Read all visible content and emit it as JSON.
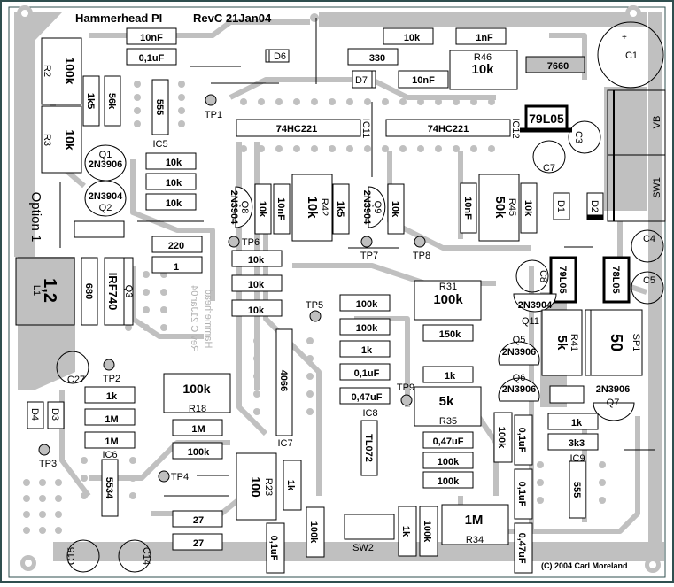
{
  "board": {
    "title": "Hammerhead PI",
    "revision": "RevC 21Jan04",
    "copyright": "(C) 2004 Carl Moreland",
    "option_label": "Option 1",
    "mirrored_text_line1": "Hammerhead",
    "mirrored_text_line2": "Rev C 21Jan04",
    "colors": {
      "copper": "#c0c0c0",
      "silkscreen": "#000000",
      "background": "#ffffff",
      "frame": "#2f4f4f"
    }
  },
  "parts": {
    "c_10nF_top": "10nF",
    "c_01uF_top": "0,1uF",
    "d6": "D6",
    "r_10k_top": "10k",
    "c_1nF_top": "1nF",
    "r_330": "330",
    "r46_ref": "R46",
    "r46_val": "10k",
    "ic_7660": "7660",
    "d7": "D7",
    "c_10nF_mid": "10nF",
    "c1": "C1",
    "r2_ref": "R2",
    "r2_val": "100k",
    "r3_ref": "R3",
    "r3_val": "10k",
    "r_1k5_left": "1k5",
    "r_56k": "56k",
    "ic5_val": "555",
    "ic5_ref": "IC5",
    "tp1": "TP1",
    "ic11_val": "74HC221",
    "ic11_ref": "IC11",
    "ic12_val": "74HC221",
    "ic12_ref": "IC12",
    "reg_79L05_top": "79L05",
    "c3": "C3",
    "c7": "C7",
    "vb": "VB",
    "sw1": "SW1",
    "q1_ref": "Q1",
    "q1_val": "2N3906",
    "q2_ref": "Q2",
    "q2_val": "2N3904",
    "r_10k_a": "10k",
    "r_10k_b": "10k",
    "r_10k_c": "10k",
    "q8_ref": "Q8",
    "q8_val": "2N3904",
    "r_10k_q8": "10k",
    "c_10nF_q8": "10nF",
    "r42_ref": "R42",
    "r42_val": "10k",
    "r_1k5_mid": "1k5",
    "q9_ref": "Q9",
    "q9_val": "2N3904",
    "r_10k_q9": "10k",
    "c_10nF_r45": "10nF",
    "r45_ref": "R45",
    "r45_val": "50k",
    "r_10k_r45": "10k",
    "d1": "D1",
    "d2": "D2",
    "c4": "C4",
    "c5": "C5",
    "c8": "C8",
    "reg_79L05_mid": "79L05",
    "reg_78L05": "78L05",
    "r_220": "220",
    "r_1": "1",
    "tp6": "TP6",
    "tp7": "TP7",
    "tp8": "TP8",
    "l1_ref": "L1",
    "l1_val": "1,2",
    "r_680": "680",
    "q3_ref": "Q3",
    "q3_val": "IRF740",
    "r_10k_d": "10k",
    "r_10k_e": "10k",
    "r_10k_f": "10k",
    "tp5": "TP5",
    "r31_ref": "R31",
    "r31_val": "100k",
    "q11_ref": "Q11",
    "q11_val": "2N3904",
    "c27": "C27",
    "tp2": "TP2",
    "r_1k_left": "1k",
    "r_1M_a": "1M",
    "r_1M_b": "1M",
    "d4": "D4",
    "d3": "D3",
    "r18_ref": "R18",
    "r18_val": "100k",
    "r_1M_c": "1M",
    "r_100k_r18": "100k",
    "ic7_val": "4066",
    "ic7_ref": "IC7",
    "r_100k_a": "100k",
    "r_100k_b": "100k",
    "r_1k_mid": "1k",
    "c_01uF_mid": "0,1uF",
    "c_047uF_mid": "0,47uF",
    "ic8_ref": "IC8",
    "ic8_val": "TL072",
    "tp9": "TP9",
    "r_150k": "150k",
    "r_1k_r35": "1k",
    "r35_ref": "R35",
    "r35_val": "5k",
    "c_047uF_r35": "0,47uF",
    "r_100k_c": "100k",
    "r_100k_d": "100k",
    "q5_ref": "Q5",
    "q5_val": "2N3906",
    "q6_ref": "Q6",
    "q6_val": "2N3906",
    "r41_ref": "R41",
    "r41_val": "5k",
    "sp1_ref": "SP1",
    "sp1_val": "50",
    "q7_ref": "Q7",
    "q7_val": "2N3906",
    "r_1k_right": "1k",
    "r_3k3": "3k3",
    "ic9_ref": "IC9",
    "ic9_val": "555",
    "r_100k_v": "100k",
    "c_01uF_v1": "0,1uF",
    "c_01uF_v2": "0,1uF",
    "c_047uF_v": "0,47uF",
    "tp3": "TP3",
    "ic6_ref": "IC6",
    "ic6_val": "5534",
    "tp4": "TP4",
    "r23_ref": "R23",
    "r23_val": "100",
    "r_1k_r23": "1k",
    "r_27_a": "27",
    "r_27_b": "27",
    "c_01uF_bot": "0,1uF",
    "r_100k_bot": "100k",
    "sw2": "SW2",
    "r_1k_bot": "1k",
    "r_100k_bot2": "100k",
    "r34_ref": "R34",
    "r34_val": "1M",
    "c15": "C15",
    "c14": "C14"
  }
}
